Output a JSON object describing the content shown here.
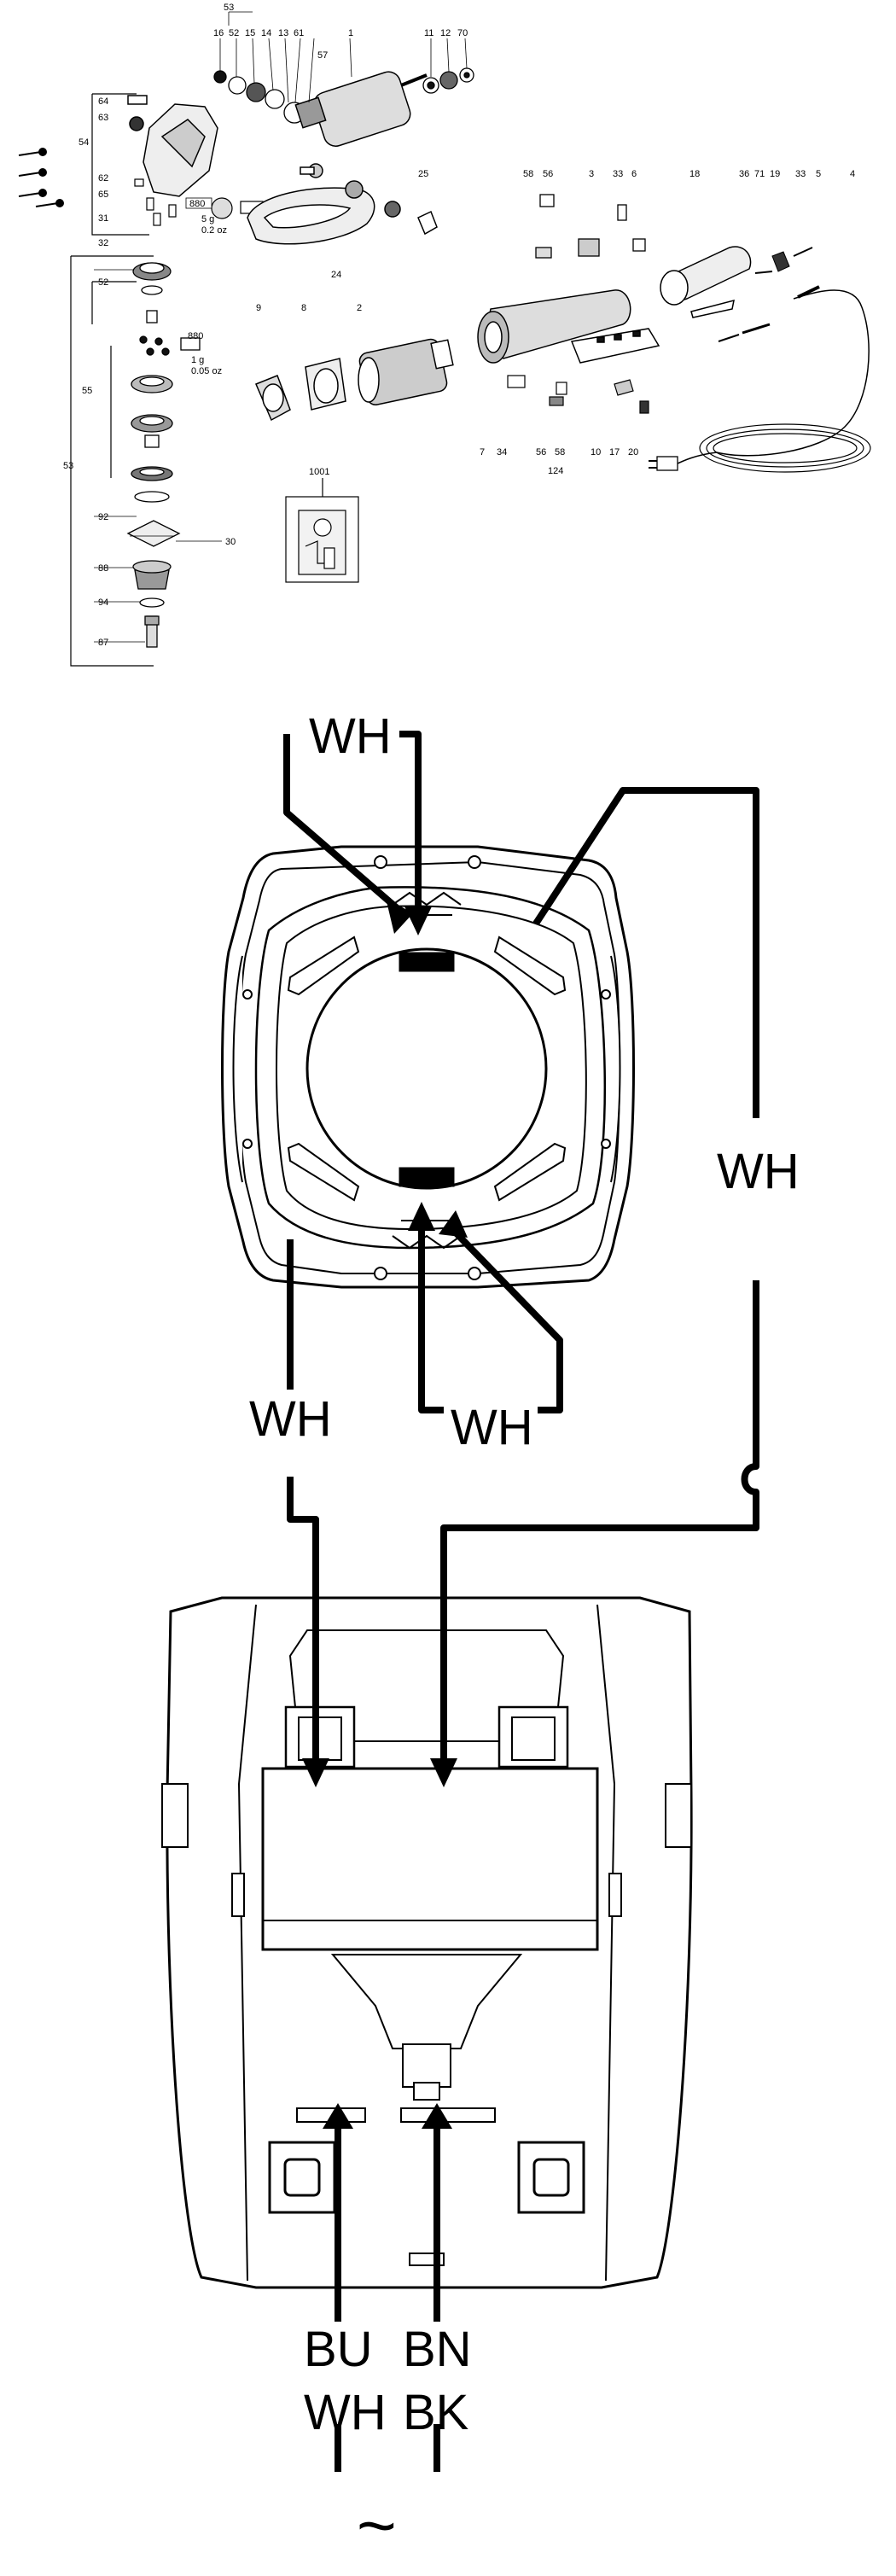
{
  "exploded_view": {
    "part_labels": [
      {
        "id": "p53",
        "text": "53"
      },
      {
        "id": "p16",
        "text": "16"
      },
      {
        "id": "p52",
        "text": "52"
      },
      {
        "id": "p15",
        "text": "15"
      },
      {
        "id": "p14",
        "text": "14"
      },
      {
        "id": "p13",
        "text": "13"
      },
      {
        "id": "p61",
        "text": "61"
      },
      {
        "id": "p1",
        "text": "1"
      },
      {
        "id": "p11",
        "text": "11"
      },
      {
        "id": "p12",
        "text": "12"
      },
      {
        "id": "p70",
        "text": "70"
      },
      {
        "id": "p57",
        "text": "57"
      },
      {
        "id": "p64",
        "text": "64"
      },
      {
        "id": "p63",
        "text": "63"
      },
      {
        "id": "p54",
        "text": "54"
      },
      {
        "id": "p62",
        "text": "62"
      },
      {
        "id": "p65",
        "text": "65"
      },
      {
        "id": "p31",
        "text": "31"
      },
      {
        "id": "p32",
        "text": "32"
      },
      {
        "id": "p25",
        "text": "25"
      },
      {
        "id": "p24",
        "text": "24"
      },
      {
        "id": "p58a",
        "text": "58"
      },
      {
        "id": "p56a",
        "text": "56"
      },
      {
        "id": "p33a",
        "text": "33"
      },
      {
        "id": "p3",
        "text": "3"
      },
      {
        "id": "p6",
        "text": "6"
      },
      {
        "id": "p18",
        "text": "18"
      },
      {
        "id": "p36",
        "text": "36"
      },
      {
        "id": "p71",
        "text": "71"
      },
      {
        "id": "p19",
        "text": "19"
      },
      {
        "id": "p33b",
        "text": "33"
      },
      {
        "id": "p5",
        "text": "5"
      },
      {
        "id": "p4",
        "text": "4"
      },
      {
        "id": "p52b",
        "text": "52"
      },
      {
        "id": "p9",
        "text": "9"
      },
      {
        "id": "p8",
        "text": "8"
      },
      {
        "id": "p2",
        "text": "2"
      },
      {
        "id": "p7",
        "text": "7"
      },
      {
        "id": "p34",
        "text": "34"
      },
      {
        "id": "p56b",
        "text": "56"
      },
      {
        "id": "p58b",
        "text": "58"
      },
      {
        "id": "p10",
        "text": "10"
      },
      {
        "id": "p17",
        "text": "17"
      },
      {
        "id": "p20",
        "text": "20"
      },
      {
        "id": "p124",
        "text": "124"
      },
      {
        "id": "p55",
        "text": "55"
      },
      {
        "id": "p53b",
        "text": "53"
      },
      {
        "id": "p92",
        "text": "92"
      },
      {
        "id": "p30",
        "text": "30"
      },
      {
        "id": "p88",
        "text": "88"
      },
      {
        "id": "p94",
        "text": "94"
      },
      {
        "id": "p87",
        "text": "87"
      },
      {
        "id": "p1001",
        "text": "1001"
      }
    ],
    "grease_labels": [
      {
        "id": "g1",
        "line1": "5 g",
        "line2": "0.2 oz"
      },
      {
        "id": "g2",
        "line1": "1 g",
        "line2": "0.05 oz"
      }
    ],
    "grease_tag": "880"
  },
  "wiring": {
    "wire_labels": [
      {
        "id": "w_top",
        "text": "WH"
      },
      {
        "id": "w_right",
        "text": "WH"
      },
      {
        "id": "w_left",
        "text": "WH"
      },
      {
        "id": "w_bottom",
        "text": "WH"
      }
    ],
    "terminal_labels": [
      {
        "id": "t_bu",
        "text": "BU"
      },
      {
        "id": "t_bn",
        "text": "BN"
      },
      {
        "id": "t_wh",
        "text": "WH"
      },
      {
        "id": "t_bk",
        "text": "BK"
      }
    ],
    "ac_symbol": "~"
  }
}
